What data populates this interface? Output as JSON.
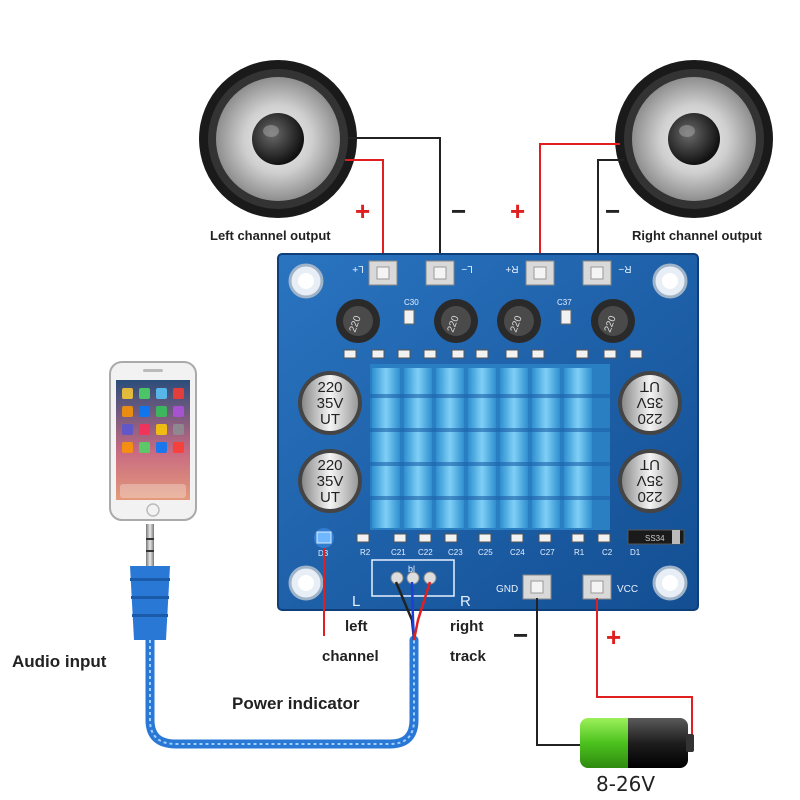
{
  "labels": {
    "left_output": "Left channel output",
    "right_output": "Right channel output",
    "audio_input": "Audio input",
    "power_indicator": "Power indicator",
    "left_channel_1": "left",
    "left_channel_2": "channel",
    "right_track_1": "right",
    "right_track_2": "track",
    "battery_voltage": "8-26V"
  },
  "signs": {
    "plus": "+",
    "minus": "−"
  },
  "board": {
    "terminals": [
      "L+",
      "L−",
      "R+",
      "R−"
    ],
    "power_terminals": [
      "GND",
      "VCC"
    ],
    "input_side": [
      "L",
      "R"
    ],
    "input_header": "bl",
    "inductors": [
      "220",
      "220",
      "220",
      "220"
    ],
    "capacitor_lines": [
      "220",
      "35V",
      "UT"
    ],
    "smd_labels": [
      "R2",
      "C21",
      "C22",
      "C23",
      "C25",
      "C24",
      "C27",
      "R1",
      "C2",
      "D1"
    ],
    "top_labels": [
      "C30",
      "C37"
    ],
    "led_label": "D3",
    "diode_code": "SS34"
  },
  "colors": {
    "board": "#1c5fa8",
    "board_dark": "#0f3f7a",
    "heatsink": "#4fb0e8",
    "wire_red": "#e02020",
    "wire_black": "#222222",
    "cable_blue": "#2a78d6",
    "battery_green": "#5fd02a"
  }
}
